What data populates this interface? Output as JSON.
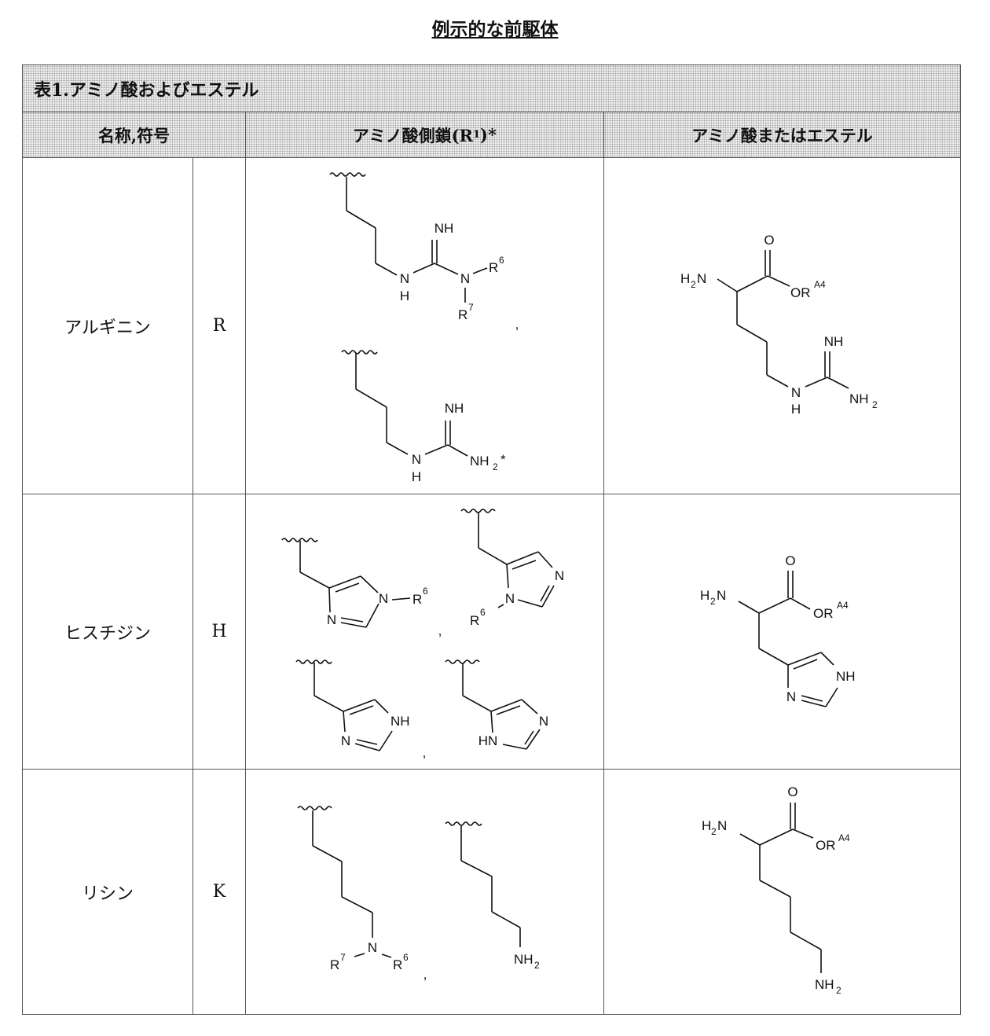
{
  "page_title": "例示的な前駆体",
  "table": {
    "caption": "表1.アミノ酸およびエステル",
    "headers": {
      "name_symbol": "名称,符号",
      "side_chain": "アミノ酸側鎖(R",
      "side_chain_sup": "1",
      "side_chain_tail": ")*",
      "amino_acid": "アミノ酸またはエステル"
    }
  },
  "rows": [
    {
      "name": "アルギニン",
      "symbol": "R",
      "side_chains": [
        {
          "labels": [
            "NH",
            "N",
            "H",
            "N",
            "R",
            "6",
            "R",
            "7",
            ","
          ]
        },
        {
          "labels": [
            "NH",
            "N",
            "H",
            "NH",
            "2",
            "*"
          ]
        }
      ],
      "amino_acid": {
        "labels": [
          "O",
          "H",
          "2",
          "N",
          "OR",
          "A4",
          "NH",
          "N",
          "H",
          "NH",
          "2"
        ]
      }
    },
    {
      "name": "ヒスチジン",
      "symbol": "H",
      "side_chains": [
        {
          "labels": [
            "N",
            "R",
            "6",
            "N",
            ","
          ]
        },
        {
          "labels": [
            "N",
            "N",
            "R",
            "6"
          ]
        },
        {
          "labels": [
            "NH",
            "N",
            ","
          ]
        },
        {
          "labels": [
            "N",
            "HN"
          ]
        }
      ],
      "amino_acid": {
        "labels": [
          "O",
          "H",
          "2",
          "N",
          "OR",
          "A4",
          "NH",
          "N"
        ]
      }
    },
    {
      "name": "リシン",
      "symbol": "K",
      "side_chains": [
        {
          "labels": [
            "N",
            "R",
            "7",
            "R",
            "6",
            ","
          ]
        },
        {
          "labels": [
            "NH",
            "2"
          ]
        }
      ],
      "amino_acid": {
        "labels": [
          "O",
          "H",
          "2",
          "N",
          "OR",
          "A4",
          "NH",
          "2"
        ]
      }
    }
  ]
}
